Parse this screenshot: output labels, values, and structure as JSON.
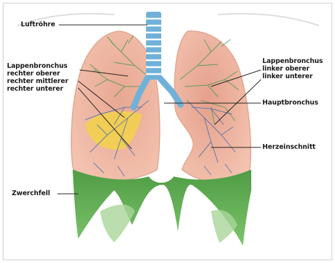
{
  "labels": {
    "trachea": "Luftröhre",
    "right_lobe_bronchus": {
      "title": "Lappenbronchus",
      "upper": "rechter oberer",
      "middle": "rechter mittlerer",
      "lower": "rechter unterer"
    },
    "left_lobe_bronchus": {
      "title": "Lappenbronchus",
      "upper": "linker oberer",
      "lower": "linker unterer"
    },
    "main_bronchus": "Hauptbronchus",
    "cardiac_notch": "Herzeinschnitt",
    "diaphragm": "Zwerchfell"
  },
  "colors": {
    "lung_fill": "#f0b9a3",
    "lung_inner": "#e39a86",
    "bronchi_green": "#4f9a52",
    "vessel_blue": "#4b6fa8",
    "trachea_blue": "#6fb1d8",
    "diaphragm_green": "#68b45a",
    "diaphragm_light": "#a9d69a",
    "highlight_yellow": "#f2d24a",
    "leader_line": "#222222"
  }
}
